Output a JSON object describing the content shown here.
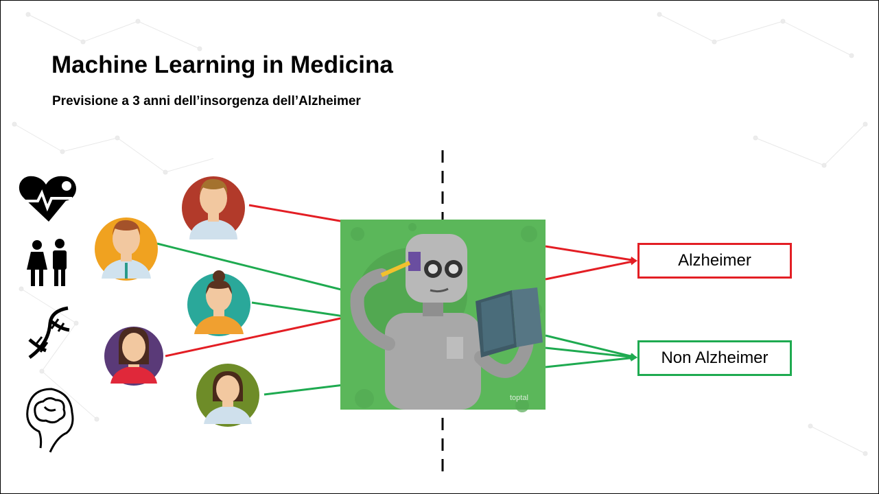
{
  "slide": {
    "title": "Machine Learning in Medicina",
    "subtitle": "Previsione a 3 anni dell’insorgenza dell’Alzheimer"
  },
  "outputs": {
    "alzheimer": "Alzheimer",
    "non_alzheimer": "Non Alzheimer"
  },
  "robot": {
    "watermark": "toptal"
  },
  "colors": {
    "positive": "#e31e24",
    "negative": "#1eaa50",
    "robot_background": "#5bb75a"
  },
  "features": [
    "heart-health-icon",
    "gender-icon",
    "dna-icon",
    "brain-icon"
  ],
  "patients": [
    {
      "icon": "patient-man-icon",
      "bg": "#b23a2a",
      "class": "alzheimer"
    },
    {
      "icon": "patient-man-tie-icon",
      "bg": "#f0a220",
      "class": "non-alzheimer"
    },
    {
      "icon": "patient-woman-bun-icon",
      "bg": "#2aa89a",
      "class": "non-alzheimer"
    },
    {
      "icon": "patient-woman-icon",
      "bg": "#5a3a78",
      "class": "alzheimer"
    },
    {
      "icon": "patient-woman-bob-icon",
      "bg": "#6e8c28",
      "class": "non-alzheimer"
    }
  ]
}
